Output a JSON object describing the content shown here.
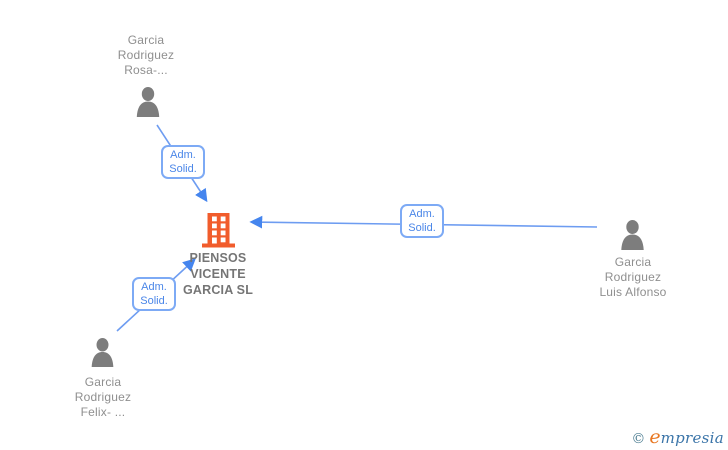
{
  "company_node": {
    "name_lines": [
      "PIENSOS",
      "VICENTE",
      "GARCIA SL"
    ],
    "icon": "building-icon"
  },
  "person_nodes": {
    "top": {
      "name_lines": [
        "Garcia",
        "Rodriguez",
        "Rosa-..."
      ],
      "icon": "person-icon"
    },
    "right": {
      "name_lines": [
        "Garcia",
        "Rodriguez",
        "Luis Alfonso"
      ],
      "icon": "person-icon"
    },
    "bottom_left": {
      "name_lines": [
        "Garcia",
        "Rodriguez",
        "Felix- ..."
      ],
      "icon": "person-icon"
    }
  },
  "edges": {
    "top_to_company": {
      "label_line1": "Adm.",
      "label_line2": "Solid."
    },
    "right_to_company": {
      "label_line1": "Adm.",
      "label_line2": "Solid."
    },
    "bottom_left_to_company": {
      "label_line1": "Adm.",
      "label_line2": "Solid."
    }
  },
  "watermark": {
    "copyright_symbol": "©",
    "brand_initial": "e",
    "brand_rest": "mpresia"
  },
  "colors": {
    "edge_line_blue": "#6d9cf1",
    "arrowhead_blue": "#4585ee",
    "edge_label_border": "#7daaf5",
    "edge_label_text": "#4a86e8",
    "person_icon_gray": "#7d7d7d",
    "person_text_gray": "#8f8f8f",
    "company_text_gray": "#757575",
    "building_orange": "#f15c2c",
    "watermark_copyright": "#4f7f93",
    "watermark_initial_orange": "#e87722",
    "watermark_rest_blue": "#3a74a8"
  }
}
